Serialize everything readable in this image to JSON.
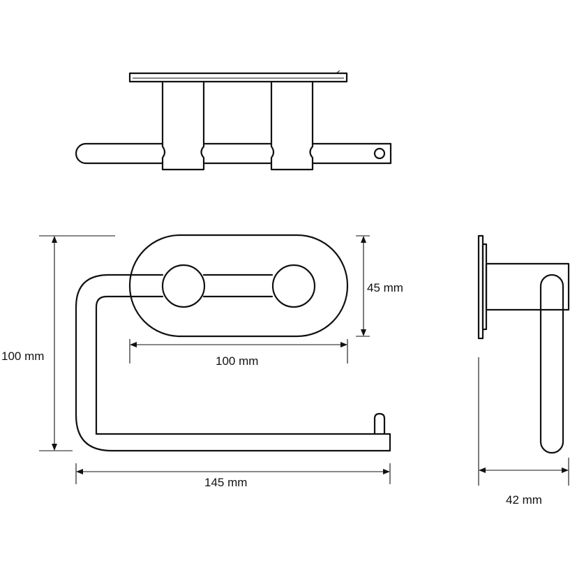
{
  "dimensions": {
    "height_total": "100 mm",
    "backplate_height": "45 mm",
    "backplate_width": "100 mm",
    "total_width": "145 mm",
    "depth": "42 mm"
  },
  "colors": {
    "line": "#111111",
    "background": "#ffffff"
  }
}
